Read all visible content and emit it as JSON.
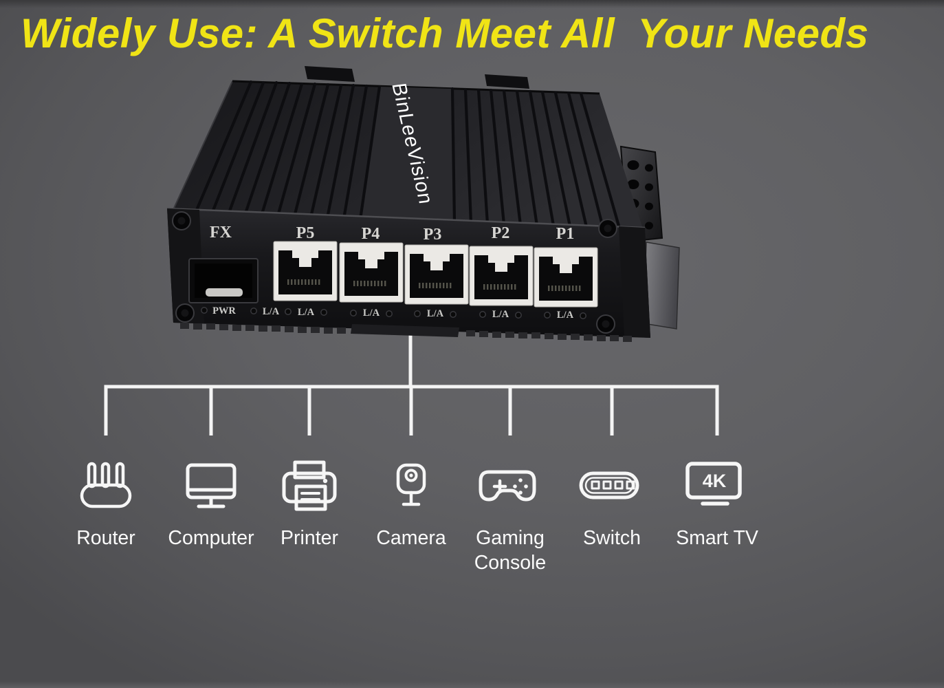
{
  "page": {
    "title": "Widely Use: A Switch Meet All  Your Needs"
  },
  "device": {
    "brand": "BinLeeVision",
    "fiber_port_label": "FX",
    "port_labels": [
      "P5",
      "P4",
      "P3",
      "P2",
      "P1"
    ],
    "power_led_label": "PWR",
    "link_activity_led_label": "L/A"
  },
  "connected_devices": [
    {
      "icon": "router-icon",
      "label": "Router"
    },
    {
      "icon": "computer-icon",
      "label": "Computer"
    },
    {
      "icon": "printer-icon",
      "label": "Printer"
    },
    {
      "icon": "camera-icon",
      "label": "Camera"
    },
    {
      "icon": "gaming-console-icon",
      "label": "Gaming Console",
      "label_lines": [
        "Gaming",
        "Console"
      ]
    },
    {
      "icon": "switch-icon",
      "label": "Switch"
    },
    {
      "icon": "smart-tv-icon",
      "label": "Smart TV",
      "screen_badge": "4K"
    }
  ],
  "colors": {
    "background": "#5e5e61",
    "title_yellow": "#f0e416",
    "tree_line_white": "#f4f4f4",
    "device_body_black": "#1a1a1d",
    "port_faceplate": "#ebe9e5",
    "icon_white": "#f6f6f6"
  }
}
